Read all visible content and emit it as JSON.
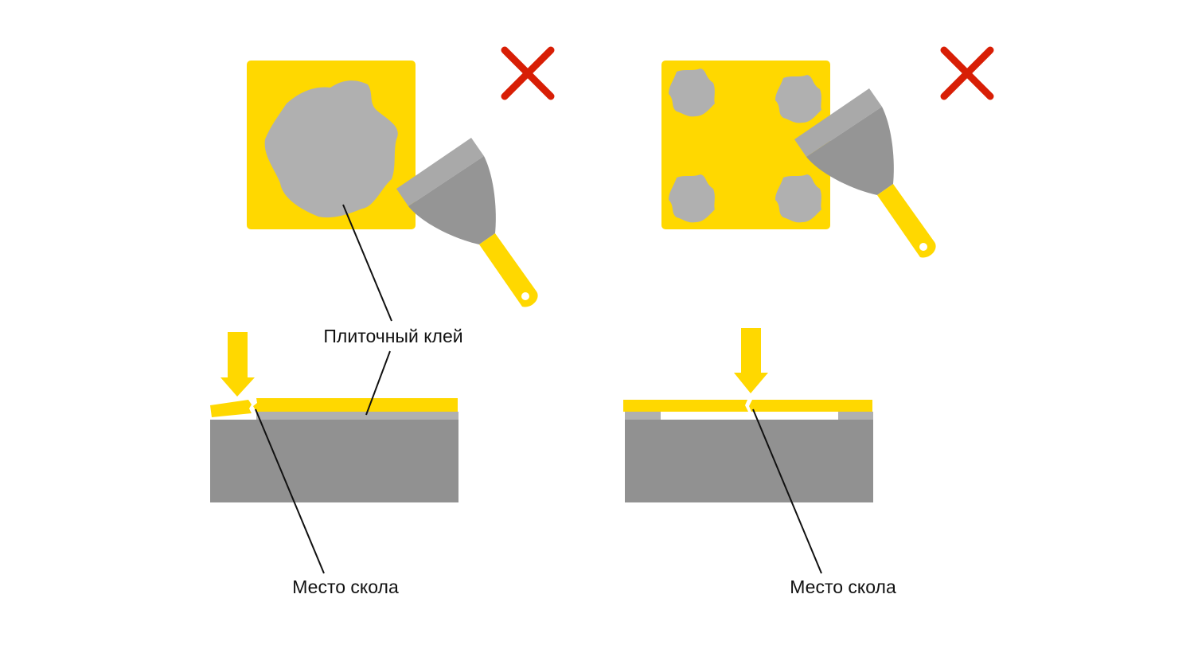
{
  "labels": {
    "tile_adhesive": "Плиточный клей",
    "chip_left": "Место скола",
    "chip_right": "Место скола"
  },
  "colors": {
    "tile_yellow": "#FFD800",
    "adhesive_gray": "#B0B0B0",
    "base_gray": "#919191",
    "blade_light": "#A9A9A9",
    "blade_dark": "#959595",
    "wrong_red": "#D81E05"
  },
  "icons": [
    "wrong-cross-icon",
    "spatula-icon",
    "arrow-down-icon"
  ]
}
